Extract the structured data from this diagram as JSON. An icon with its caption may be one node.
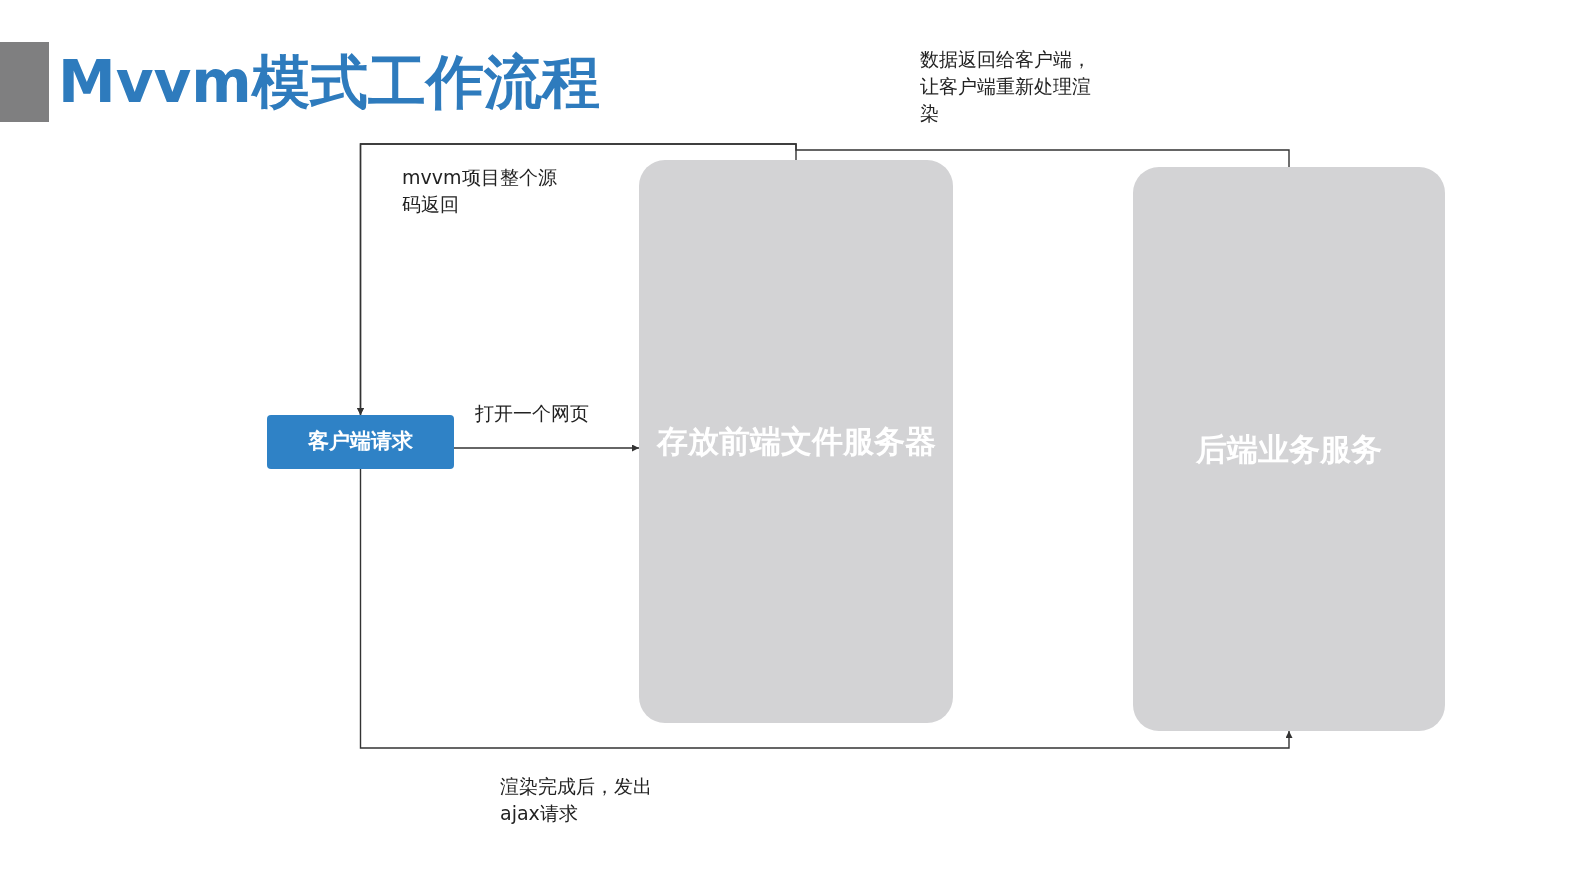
{
  "diagram": {
    "title": "Mvvm模式工作流程",
    "nodes": [
      {
        "text": [
          "客户端请求"
        ]
      },
      {
        "text": [
          "存放前端文件服务器"
        ]
      },
      {
        "text": [
          "后端业务服务"
        ]
      }
    ],
    "edges": [
      {
        "from": 0,
        "to": 1,
        "arrow": "to",
        "label": "打开一个网页"
      },
      {
        "from": 1,
        "to": 0,
        "arrow": "to",
        "label": "mvvm项目整个源码返回"
      },
      {
        "from": 0,
        "to": 2,
        "arrow": "to",
        "label": "渲染完成后，发出ajax请求"
      },
      {
        "from": 2,
        "to": 0,
        "arrow": "to",
        "label": "数据返回给客户端，让客户端重新处理渲染"
      }
    ]
  }
}
